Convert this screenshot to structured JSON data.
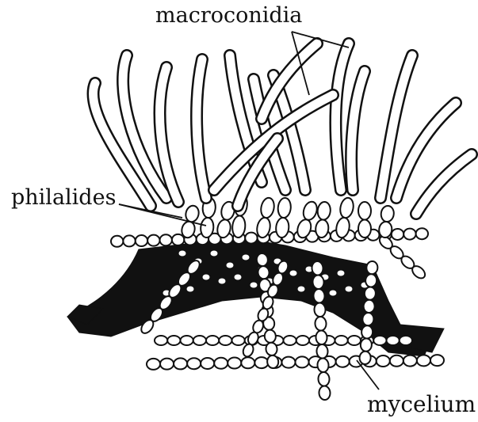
{
  "labels": {
    "macroconidia": "macroconidia",
    "philalides": "philalides",
    "mycelium": "mycelium"
  },
  "colors": {
    "ink": "#111111",
    "background": "#ffffff"
  }
}
